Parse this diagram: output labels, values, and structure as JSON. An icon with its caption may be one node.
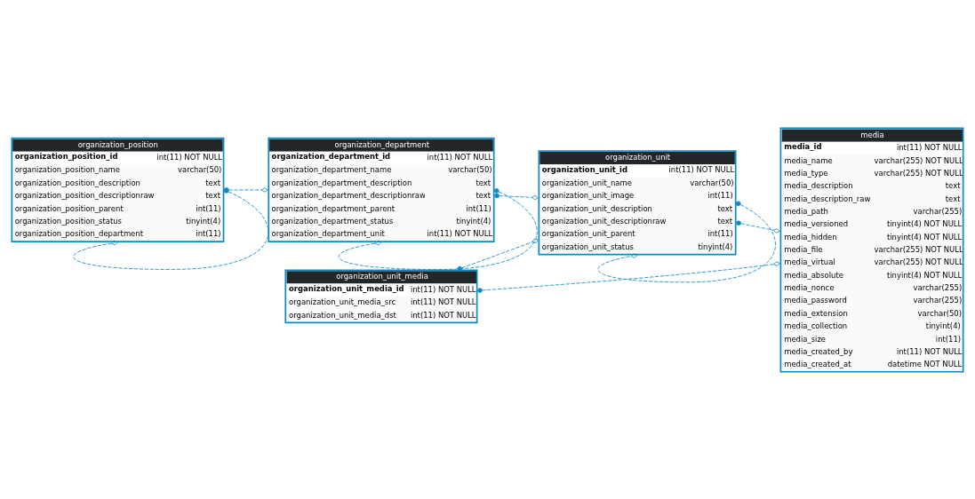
{
  "diagram": {
    "nodes": [
      {
        "text": [
          "organization_unit",
          "organization_unit_id",
          "int(11) NOT NULL",
          "organization_unit_name",
          "varchar(50)",
          "organization_unit_image",
          "int(11)",
          "organization_unit_description",
          "text",
          "organization_unit_descriptionraw",
          "text",
          "organization_unit_parent",
          "int(11)",
          "organization_unit_status",
          "tinyint(4)"
        ]
      },
      {
        "text": [
          "media",
          "media_id",
          "int(11) NOT NULL",
          "media_name",
          "varchar(255) NOT NULL",
          "media_type",
          "varchar(255) NOT NULL",
          "media_description",
          "text",
          "media_description_raw",
          "text",
          "media_path",
          "varchar(255)",
          "media_versioned",
          "tinyint(4) NOT NULL",
          "media_hidden",
          "tinyint(4) NOT NULL",
          "media_file",
          "varchar(255) NOT NULL",
          "media_virtual",
          "varchar(255) NOT NULL",
          "media_absolute",
          "tinyint(4) NOT NULL",
          "media_nonce",
          "varchar(255)",
          "media_password",
          "varchar(255)",
          "media_extension",
          "varchar(50)",
          "media_collection",
          "tinyint(4)",
          "media_size",
          "int(11)",
          "media_created_by",
          "int(11) NOT NULL",
          "media_created_at",
          "datetime NOT NULL"
        ]
      },
      {
        "text": [
          "organization_unit_media",
          "organization_unit_media_id",
          "int(11) NOT NULL",
          "organization_unit_media_src",
          "int(11) NOT NULL",
          "organization_unit_media_dst",
          "int(11) NOT NULL"
        ]
      },
      {
        "text": [
          "organization_department",
          "organization_department_id",
          "int(11) NOT NULL",
          "organization_department_name",
          "varchar(50)",
          "organization_department_description",
          "text",
          "organization_department_descriptionraw",
          "text",
          "organization_department_parent",
          "int(11)",
          "organization_department_status",
          "tinyint(4)",
          "organization_department_unit",
          "int(11) NOT NULL"
        ]
      },
      {
        "text": [
          "organization_position",
          "organization_position_id",
          "int(11) NOT NULL",
          "organization_position_name",
          "varchar(50)",
          "organization_position_description",
          "text",
          "organization_position_descriptionraw",
          "text",
          "organization_position_parent",
          "int(11)",
          "organization_position_status",
          "tinyint(4)",
          "organization_position_department",
          "int(11)"
        ]
      }
    ],
    "edges": [
      {
        "from": 2,
        "to": 0,
        "arrow": "other",
        "style": "dashed"
      },
      {
        "from": 2,
        "to": 1,
        "arrow": "other",
        "style": "dashed"
      },
      {
        "from": 0,
        "to": 1,
        "arrow": "other",
        "style": "dashed"
      },
      {
        "from": 0,
        "to": 0,
        "arrow": "other",
        "style": "dashed"
      },
      {
        "from": 3,
        "to": 0,
        "arrow": "other",
        "style": "dashed"
      },
      {
        "from": 4,
        "to": 3,
        "arrow": "other",
        "style": "dashed"
      },
      {
        "from": 3,
        "to": 3,
        "arrow": "other",
        "style": "dashed"
      },
      {
        "from": 4,
        "to": 4,
        "arrow": "other",
        "style": "dashed"
      }
    ]
  }
}
